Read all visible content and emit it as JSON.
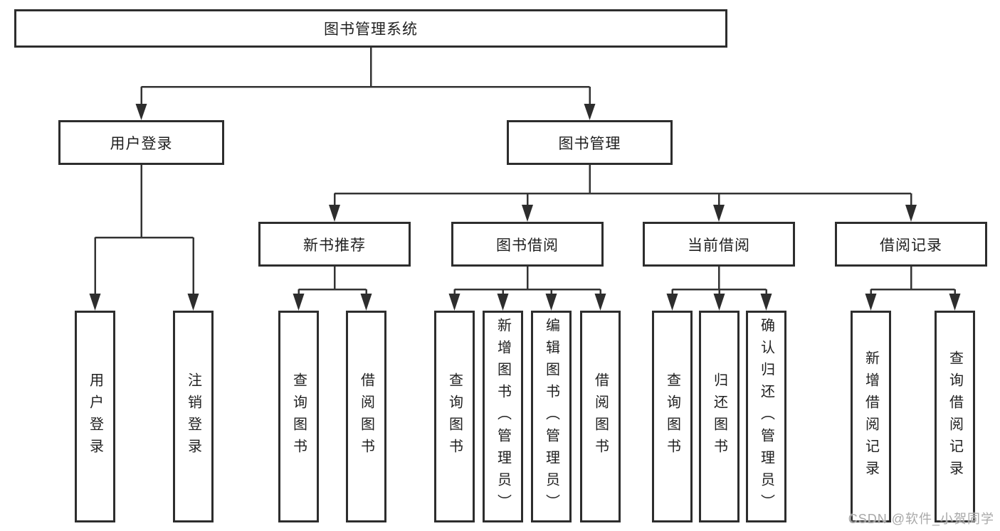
{
  "tree": {
    "root": {
      "label": "图书管理系统",
      "children": [
        {
          "label": "用户登录",
          "children": [
            {
              "label": "用户登录"
            },
            {
              "label": "注销登录"
            }
          ]
        },
        {
          "label": "图书管理",
          "children": [
            {
              "label": "新书推荐",
              "children": [
                {
                  "label": "查询图书"
                },
                {
                  "label": "借阅图书"
                }
              ]
            },
            {
              "label": "图书借阅",
              "children": [
                {
                  "label": "查询图书"
                },
                {
                  "label": "新增图书（管理员）"
                },
                {
                  "label": "编辑图书（管理员）"
                },
                {
                  "label": "借阅图书"
                }
              ]
            },
            {
              "label": "当前借阅",
              "children": [
                {
                  "label": "查询图书"
                },
                {
                  "label": "归还图书"
                },
                {
                  "label": "确认归还（管理员）"
                }
              ]
            },
            {
              "label": "借阅记录",
              "children": [
                {
                  "label": "新增借阅记录"
                },
                {
                  "label": "查询借阅记录"
                }
              ]
            }
          ]
        }
      ]
    }
  },
  "watermark": "CSDN @软件_小贺同学",
  "colors": {
    "line": "#333333",
    "box_border": "#2d2d2d",
    "text": "#1f1f1f",
    "watermark": "#a8a8a8",
    "background": "#ffffff"
  }
}
